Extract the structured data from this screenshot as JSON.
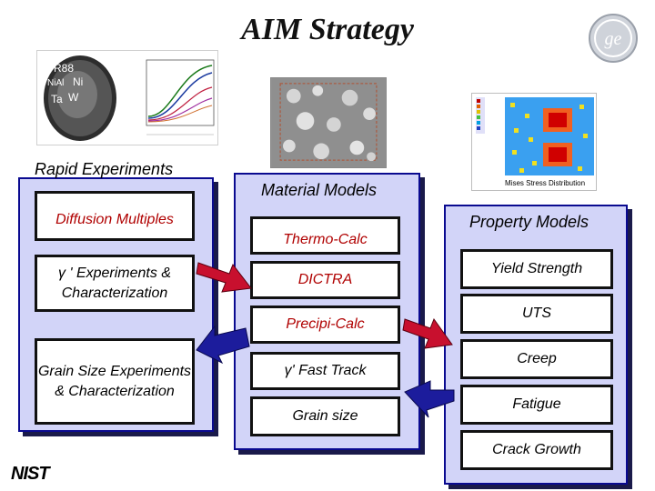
{
  "title": "AIM Strategy",
  "images": {
    "disk_labels": {
      "r88": "R88",
      "nial": "NiAl",
      "ni": "Ni",
      "ta": "Ta",
      "w": "W"
    },
    "stress_caption": "Mises Stress Distribution"
  },
  "panels": {
    "rapid": {
      "heading": "Rapid Experiments",
      "items": [
        {
          "label": "Diffusion Multiples"
        },
        {
          "label": "γ ' Experiments & Characterization"
        },
        {
          "label": "Grain Size Experiments & Characterization"
        }
      ]
    },
    "material": {
      "heading": "Material Models",
      "items": [
        {
          "label": "Thermo-Calc"
        },
        {
          "label": "DICTRA"
        },
        {
          "label": "Precipi-Calc"
        },
        {
          "label": "γ' Fast Track"
        },
        {
          "label": "Grain size"
        }
      ]
    },
    "property": {
      "heading": "Property Models",
      "items": [
        {
          "label": "Yield Strength"
        },
        {
          "label": "UTS"
        },
        {
          "label": "Creep"
        },
        {
          "label": "Fatigue"
        },
        {
          "label": "Crack Growth"
        }
      ]
    }
  },
  "colors": {
    "panel_fill": "#d2d4f8",
    "panel_border": "#0a0a90",
    "highlight_text": "#b00000",
    "arrow_red": "#c8102e",
    "arrow_blue": "#1c1c9c"
  },
  "logos": {
    "ge": "ge-logo",
    "nist": "NIST"
  }
}
